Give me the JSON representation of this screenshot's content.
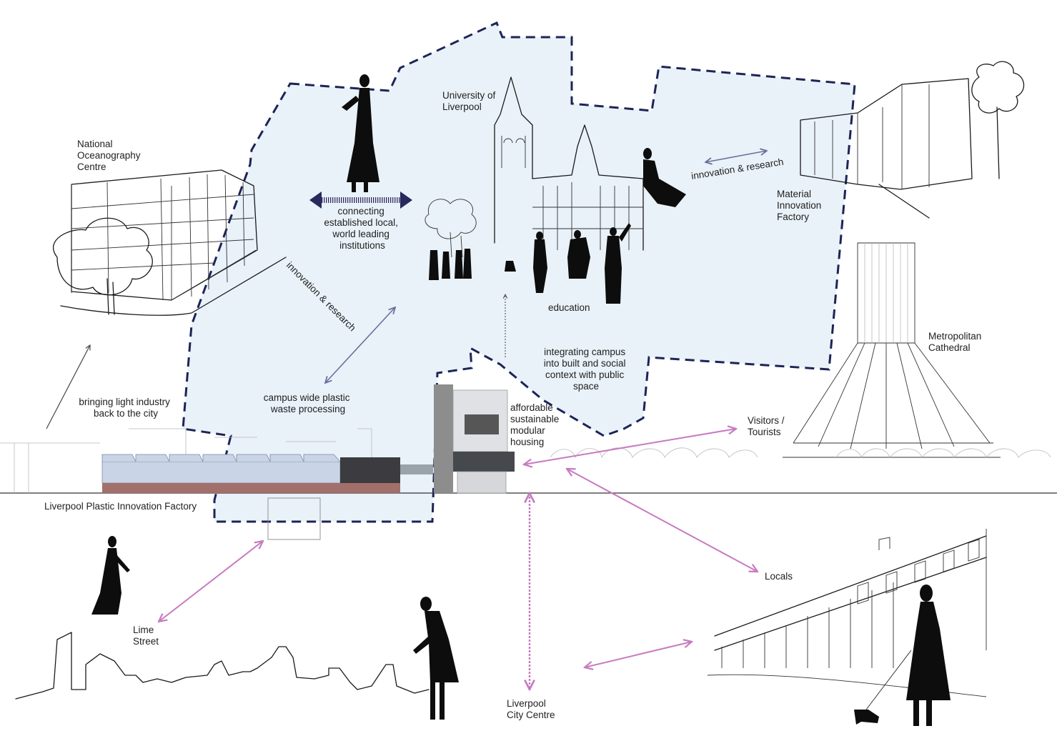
{
  "labels": {
    "national_oceanography": [
      "National",
      "Oceanography",
      "Centre"
    ],
    "university": [
      "University of",
      "Liverpool"
    ],
    "material_factory": [
      "Material",
      "Innovation",
      "Factory"
    ],
    "connecting": [
      "connecting",
      "established local,",
      "world leading",
      "institutions"
    ],
    "innovation_research_left": "innovation & research",
    "innovation_research_right": "innovation & research",
    "education": "education",
    "integrating": [
      "integrating campus",
      "into built and social",
      "context with public",
      "space"
    ],
    "campus_plastic": [
      "campus wide plastic",
      "waste processing"
    ],
    "bringing_light": [
      "bringing light industry",
      "back to the city"
    ],
    "affordable": [
      "affordable",
      "sustainable",
      "modular",
      "housing"
    ],
    "visitors": [
      "Visitors /",
      "Tourists"
    ],
    "metropolitan": [
      "Metropolitan",
      "Cathedral"
    ],
    "plastic_factory": "Liverpool Plastic Innovation Factory",
    "locals": "Locals",
    "lime_street": [
      "Lime",
      "Street"
    ],
    "city_centre": [
      "Liverpool",
      "City Centre"
    ]
  },
  "colors": {
    "zone_fill": "#e9f2f8",
    "zone_border": "#1d2457",
    "link_pink": "#c77bc0",
    "link_violet": "#6e6f9c",
    "navy_arrow": "#262a5c",
    "factory_roof": "#c9d4e6",
    "factory_base": "#a36f6a"
  },
  "icons": [
    "double-arrow-icon",
    "person-silhouette-icon",
    "dog-silhouette-icon",
    "up-arrow-icon"
  ]
}
